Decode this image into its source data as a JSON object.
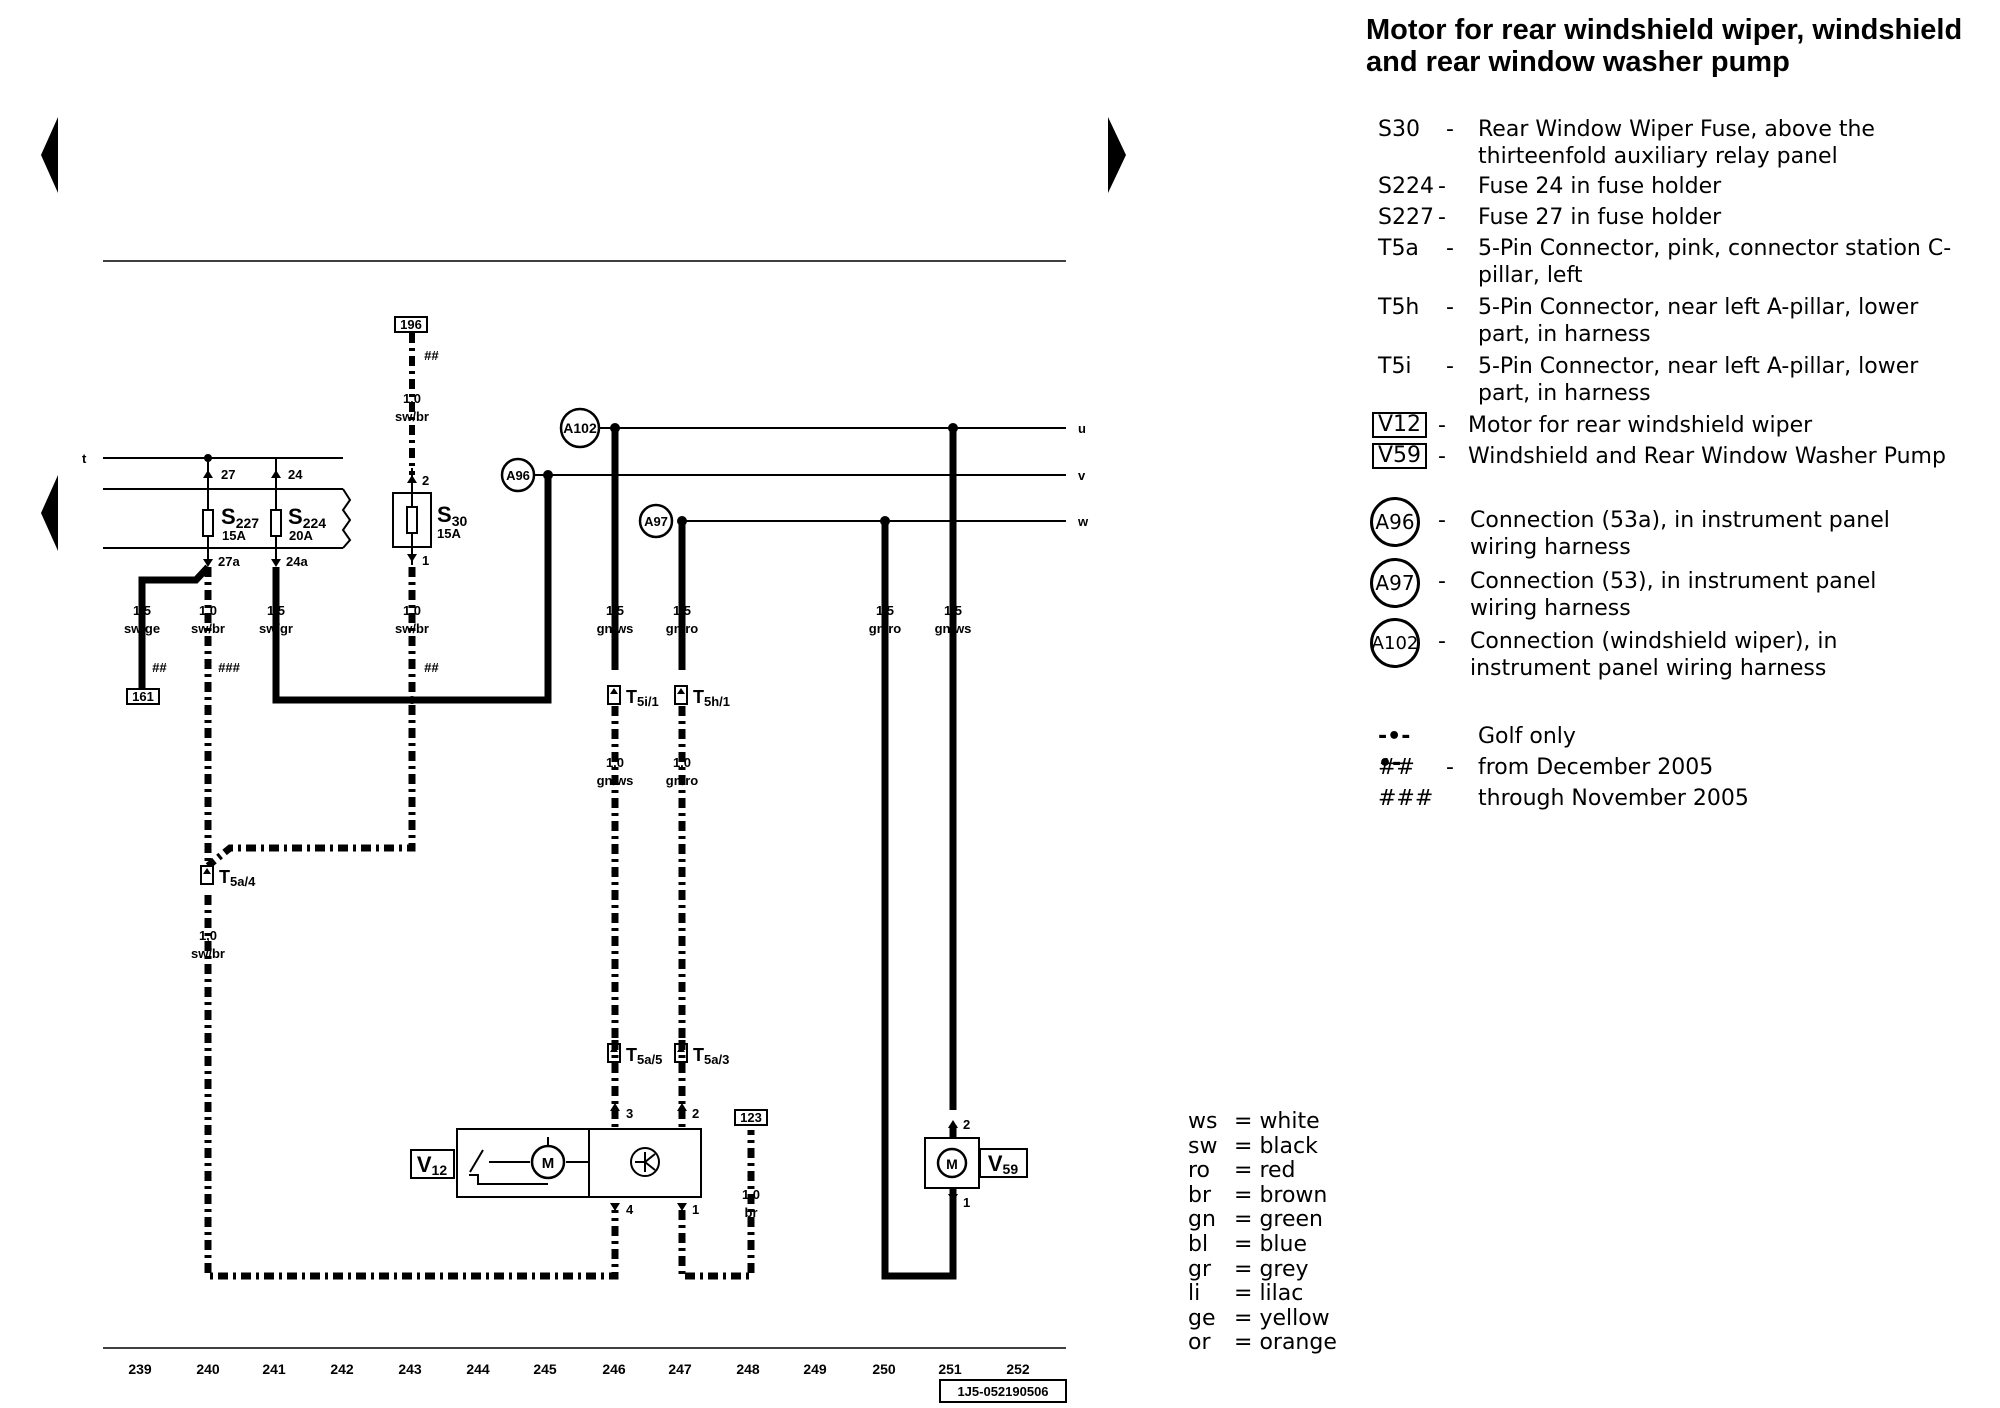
{
  "title": "Motor for rear windshield wiper, windshield and rear window washer pump",
  "legend": [
    {
      "code": "S30",
      "desc": "Rear Window Wiper Fuse, above the thirteenfold auxiliary relay panel"
    },
    {
      "code": "S224",
      "desc": "Fuse 24 in fuse holder"
    },
    {
      "code": "S227",
      "desc": "Fuse 27 in fuse holder"
    },
    {
      "code": "T5a",
      "desc": "5-Pin Connector, pink, connector station C-pillar, left"
    },
    {
      "code": "T5h",
      "desc": "5-Pin Connector, near left A-pillar, lower part, in harness"
    },
    {
      "code": "T5i",
      "desc": "5-Pin Connector, near left A-pillar, lower part, in harness"
    },
    {
      "code": "V12",
      "desc": "Motor for rear windshield wiper",
      "style": "box"
    },
    {
      "code": "V59",
      "desc": "Windshield and Rear Window Washer Pump",
      "style": "box"
    },
    {
      "code": "A96",
      "desc": "Connection (53a), in instrument panel wiring harness",
      "style": "circle"
    },
    {
      "code": "A97",
      "desc": "Connection (53), in instrument panel wiring harness",
      "style": "circle"
    },
    {
      "code": "A102",
      "desc": "Connection (windshield wiper), in instrument panel wiring harness",
      "style": "circle"
    }
  ],
  "notes": [
    {
      "symbol": "-•-•-",
      "desc": "Golf only"
    },
    {
      "symbol": "##",
      "desc": "from December 2005"
    },
    {
      "symbol": "###",
      "desc": "through November 2005"
    }
  ],
  "wire_colors": [
    {
      "abbr": "ws",
      "name": "white"
    },
    {
      "abbr": "sw",
      "name": "black"
    },
    {
      "abbr": "ro",
      "name": "red"
    },
    {
      "abbr": "br",
      "name": "brown"
    },
    {
      "abbr": "gn",
      "name": "green"
    },
    {
      "abbr": "bl",
      "name": "blue"
    },
    {
      "abbr": "gr",
      "name": "grey"
    },
    {
      "abbr": "li",
      "name": "lilac"
    },
    {
      "abbr": "ge",
      "name": "yellow"
    },
    {
      "abbr": "or",
      "name": "orange"
    }
  ],
  "diagram": {
    "rails": [
      "t",
      "u",
      "v",
      "w"
    ],
    "fuses": [
      {
        "name": "S",
        "sub": "227",
        "rating": "15A",
        "in_pin": "27",
        "out_pin": "27a"
      },
      {
        "name": "S",
        "sub": "224",
        "rating": "20A",
        "in_pin": "24",
        "out_pin": "24a"
      },
      {
        "name": "S",
        "sub": "30",
        "rating": "15A",
        "in_pin": "2",
        "out_pin": "1"
      }
    ],
    "circle_nodes": [
      "A102",
      "A96",
      "A97"
    ],
    "box_refs": [
      "196",
      "161",
      "123"
    ],
    "wires": [
      {
        "size": "1,0",
        "color": "sw/br"
      },
      {
        "size": "1,5",
        "color": "sw/ge"
      },
      {
        "size": "1,0",
        "color": "sw/br"
      },
      {
        "size": "1,5",
        "color": "sw/gr"
      },
      {
        "size": "1,0",
        "color": "sw/br"
      },
      {
        "size": "1,5",
        "color": "gn/ws"
      },
      {
        "size": "1,5",
        "color": "gn/ro"
      },
      {
        "size": "1,5",
        "color": "gn/ro"
      },
      {
        "size": "1,5",
        "color": "gn/ws"
      },
      {
        "size": "1,0",
        "color": "gn/ws"
      },
      {
        "size": "1,0",
        "color": "gn/ro"
      },
      {
        "size": "1,0",
        "color": "sw/br"
      },
      {
        "size": "1,0",
        "color": "br"
      }
    ],
    "hash_marks": [
      "##",
      "##",
      "###",
      "##"
    ],
    "connectors": [
      {
        "name": "T",
        "sub": "5i/1"
      },
      {
        "name": "T",
        "sub": "5h/1"
      },
      {
        "name": "T",
        "sub": "5a/4"
      },
      {
        "name": "T",
        "sub": "5a/5"
      },
      {
        "name": "T",
        "sub": "5a/3"
      }
    ],
    "pins": [
      "3",
      "2",
      "4",
      "1",
      "2",
      "1"
    ],
    "components": [
      {
        "name": "V",
        "sub": "12"
      },
      {
        "name": "V",
        "sub": "59"
      }
    ],
    "motor_symbol": "M",
    "track_numbers": [
      "239",
      "240",
      "241",
      "242",
      "243",
      "244",
      "245",
      "246",
      "247",
      "248",
      "249",
      "250",
      "251",
      "252"
    ],
    "doc_code": "1J5-052190506"
  }
}
